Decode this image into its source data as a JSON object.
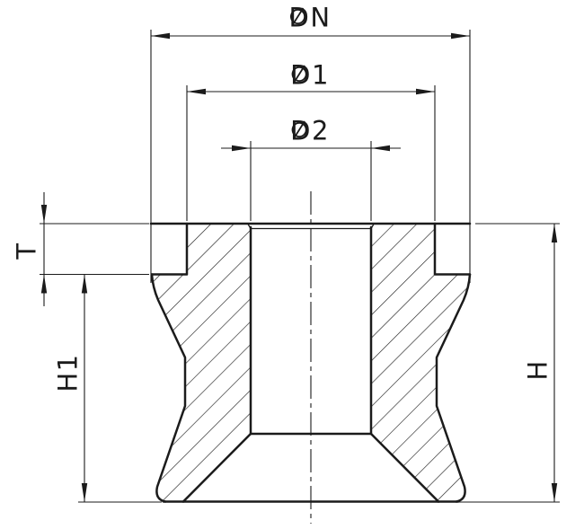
{
  "drawing": {
    "background_color": "#ffffff",
    "line_color": "#1b1b1b",
    "dimensions": {
      "dn": {
        "label": "DN",
        "diameter_symbol": true,
        "orientation": "horizontal"
      },
      "d1": {
        "label": "D1",
        "diameter_symbol": true,
        "orientation": "horizontal"
      },
      "d2": {
        "label": "D2",
        "diameter_symbol": true,
        "orientation": "horizontal"
      },
      "t": {
        "label": "T",
        "diameter_symbol": false,
        "orientation": "vertical"
      },
      "h1": {
        "label": "H1",
        "diameter_symbol": false,
        "orientation": "vertical"
      },
      "h": {
        "label": "H",
        "diameter_symbol": false,
        "orientation": "vertical"
      }
    }
  }
}
